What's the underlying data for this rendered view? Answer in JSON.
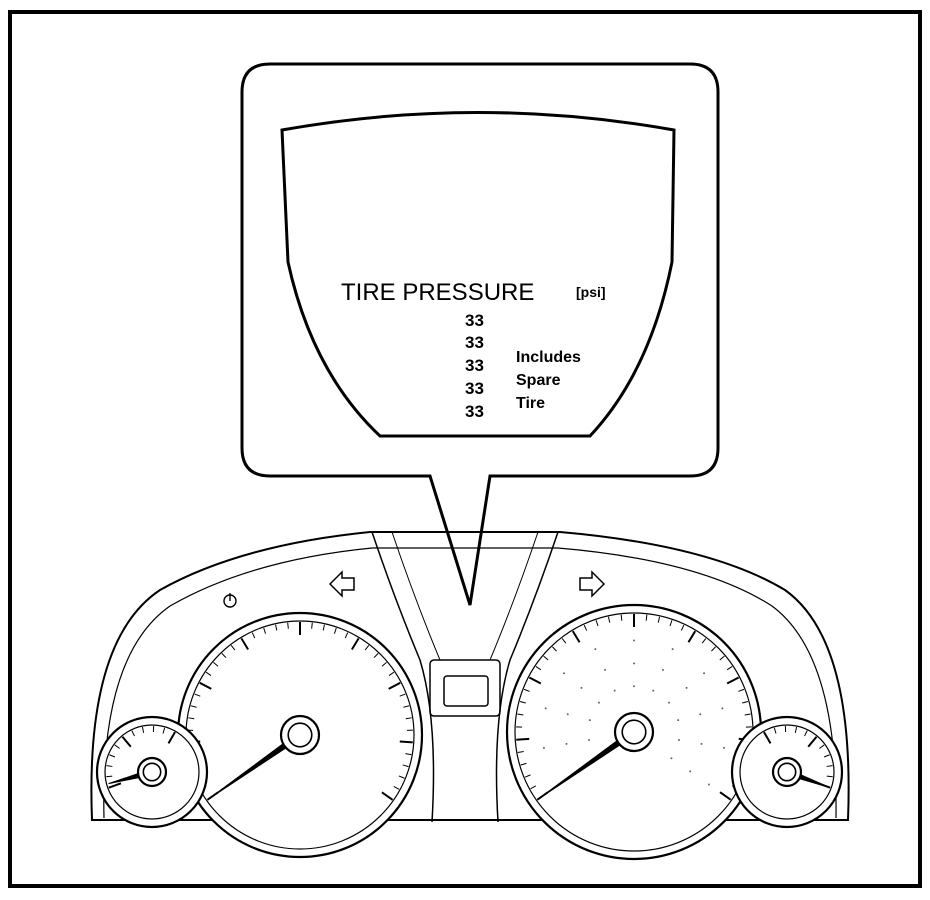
{
  "display": {
    "title": "TIRE PRESSURE",
    "unit": "[psi]",
    "readings": [
      "33",
      "33",
      "33",
      "33",
      "33"
    ],
    "note_lines": [
      "Includes",
      "Spare",
      "Tire"
    ]
  },
  "icons": {
    "callout": "callout-bubble",
    "left_turn": "turn-signal-left-icon",
    "right_turn": "turn-signal-right-icon",
    "rpm": "tachometer-icon",
    "speed": "speedometer-icon",
    "temp": "temperature-icon",
    "fuel": "fuel-icon"
  }
}
